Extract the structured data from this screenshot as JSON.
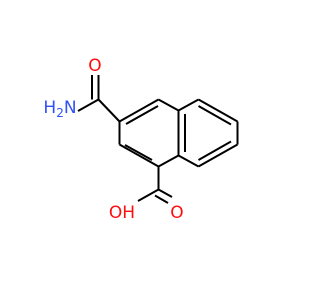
{
  "molecule": {
    "atoms": {
      "amide_oxygen": "O",
      "amide_nitrogen": "H2N",
      "acid_carbonyl_oxygen": "O",
      "acid_hydroxyl": "OH"
    },
    "colors": {
      "bond": "#000000",
      "oxygen": "#ff0d0d",
      "nitrogen": "#3050f8"
    }
  }
}
